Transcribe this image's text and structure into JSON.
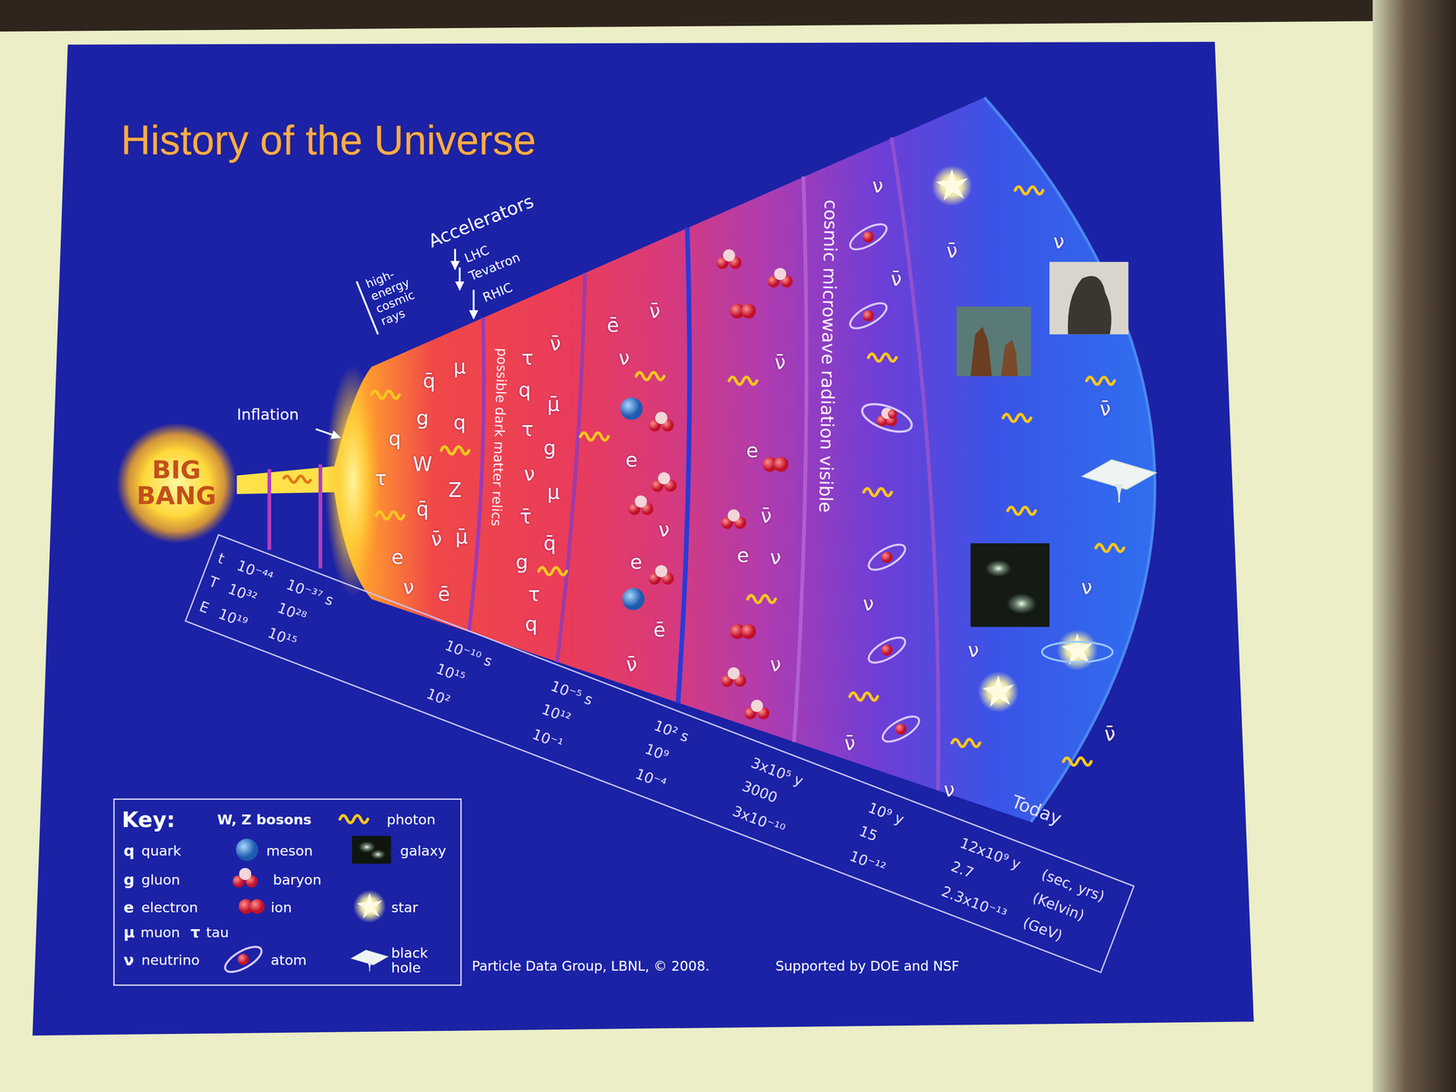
{
  "diagram": {
    "title": "History of the Universe",
    "nodes": [
      {
        "text": [
          "BIG BANG"
        ]
      },
      {
        "text": [
          "Key:"
        ]
      }
    ],
    "labels": [
      "Inflation",
      "Accelerators",
      "LHC",
      "Tevatron",
      "RHIC",
      "high-energy cosmic rays",
      "possible dark matter relics",
      "cosmic microwave radiation visible",
      "t",
      "10⁻⁴⁴",
      "10⁻³⁷ s",
      "T",
      "10³²",
      "10²⁸",
      "E",
      "10¹⁹",
      "10¹⁵",
      "10⁻¹⁰ s",
      "10¹⁵",
      "10²",
      "10⁻⁵ s",
      "10¹²",
      "10⁻¹",
      "10² s",
      "10⁹",
      "10⁻⁴",
      "3x10⁵ y",
      "3000",
      "3x10⁻¹⁰",
      "10⁹ y",
      "15",
      "10⁻¹²",
      "12x10⁹ y",
      "2.7",
      "2.3x10⁻¹³",
      "(sec, yrs)",
      "(Kelvin)",
      "(GeV)",
      "Today",
      "Particle Data Group, LBNL, © 2008.",
      "Supported by DOE and NSF",
      "q",
      "g",
      "e",
      "μ",
      "τ",
      "ν",
      "q̄",
      "μ",
      "g",
      "q",
      "q",
      "W",
      "τ",
      "Z",
      "q̄",
      "ν̄",
      "μ̄",
      "e",
      "ν",
      "ē",
      "τ",
      "ν̄",
      "q",
      "μ̄",
      "τ",
      "g",
      "ν",
      "μ",
      "τ̄",
      "q̄",
      "g",
      "τ",
      "q",
      "ē",
      "ν̄",
      "ν",
      "e",
      "ν",
      "e",
      "ē",
      "ν̄",
      "ν̄",
      "e",
      "ν̄",
      "e",
      "ν",
      "ν",
      "ν",
      "ν̄",
      "ν",
      "ν̄",
      "ν",
      "ν̄",
      "ν̄",
      "ν",
      "ν",
      "ν̄",
      "ν"
    ],
    "legend": [
      {
        "text": "W, Z bosons"
      },
      {
        "text": "photon"
      },
      {
        "text": "quark"
      },
      {
        "text": "meson"
      },
      {
        "text": "galaxy"
      },
      {
        "text": "gluon"
      },
      {
        "text": "baryon"
      },
      {
        "text": "electron"
      },
      {
        "text": "star"
      },
      {
        "text": "ion"
      },
      {
        "text": "muon"
      },
      {
        "text": "tau"
      },
      {
        "text": "neutrino"
      },
      {
        "text": "atom"
      },
      {
        "text": "black hole"
      }
    ]
  }
}
